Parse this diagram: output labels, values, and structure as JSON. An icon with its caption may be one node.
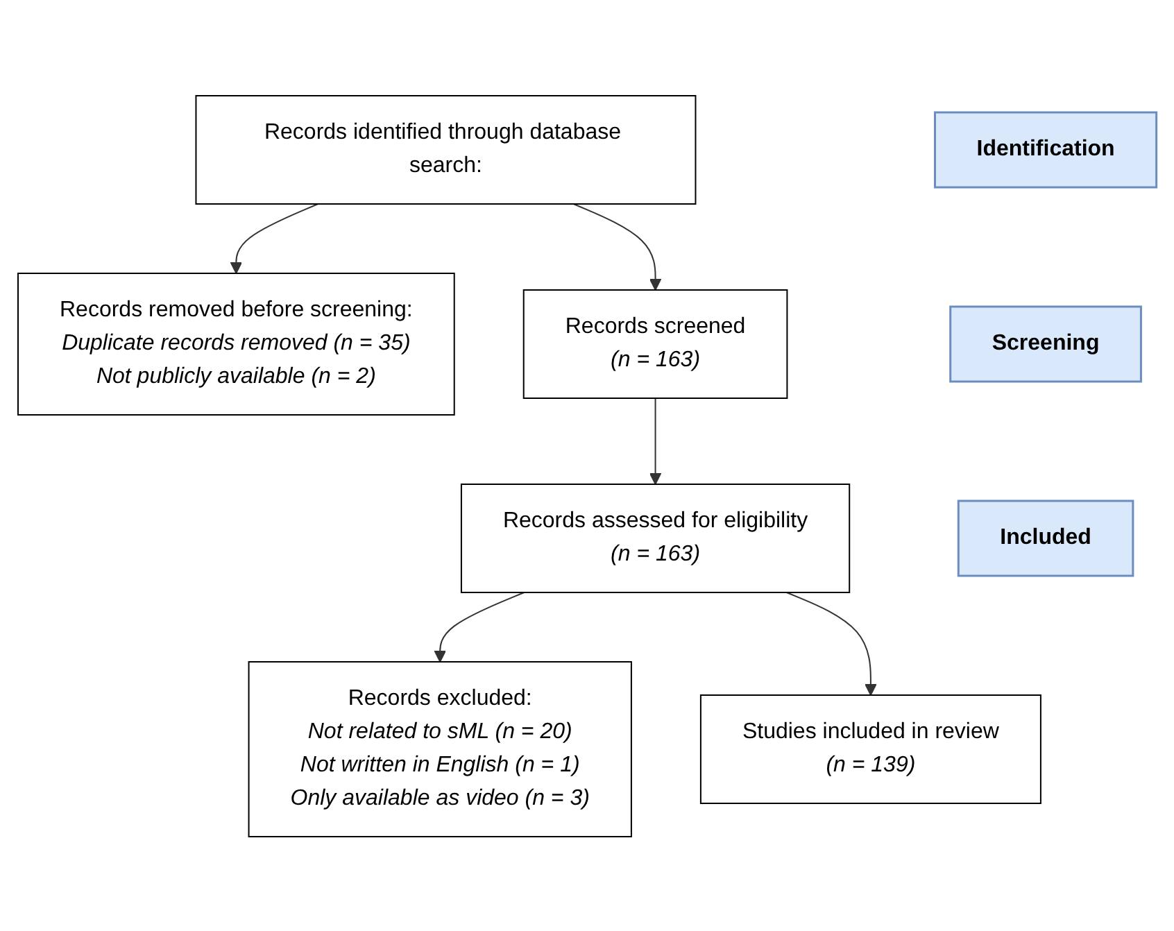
{
  "diagram": {
    "nodes": [
      {
        "text": [
          "Identification"
        ]
      },
      {
        "text": [
          "Records identified through database search:"
        ]
      },
      {
        "text": [
          "Records removed before screening:",
          "Duplicate records removed  (n = 35)",
          "Not publicly available (n = 2)"
        ]
      },
      {
        "text": [
          "Screening"
        ]
      },
      {
        "text": [
          "Records screened",
          "(n = 163)"
        ]
      },
      {
        "text": [
          "Records assessed for eligibility",
          "(n = 163)"
        ]
      },
      {
        "text": [
          "Records excluded:",
          "Not related to sML (n = 20)",
          "Not written in English (n = 1)",
          "Only available as video (n = 3)"
        ]
      },
      {
        "text": [
          "Included"
        ]
      },
      {
        "text": [
          "Studies included in review",
          "(n = 139)"
        ]
      }
    ],
    "edges": [
      {
        "from": 1,
        "to": 2,
        "arrow": "to"
      },
      {
        "from": 1,
        "to": 4,
        "arrow": "to"
      },
      {
        "from": 4,
        "to": 5,
        "arrow": "to"
      },
      {
        "from": 5,
        "to": 6,
        "arrow": "to"
      },
      {
        "from": 5,
        "to": 8,
        "arrow": "to"
      }
    ]
  }
}
